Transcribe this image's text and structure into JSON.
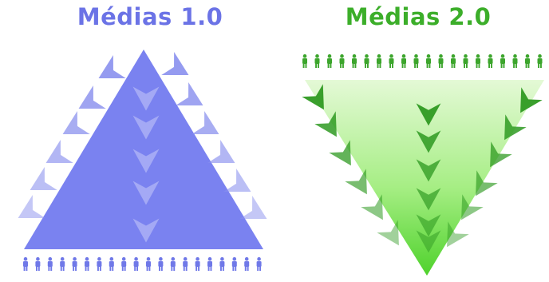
{
  "panels": [
    {
      "title": "Médias 1.0",
      "color": "#6b73e6",
      "shape": "upward-triangle",
      "people_position": "bottom",
      "icon": "person-icon"
    },
    {
      "title": "Médias 2.0",
      "color": "#3cae2a",
      "shape": "downward-triangle",
      "people_position": "top",
      "icon": "person-icon"
    }
  ],
  "colors": {
    "triangle_1": "#7a82f0",
    "triangle_1_light": "#b8bdf8",
    "arrow_1": "#8a90ee",
    "triangle_2": "#5fd93f",
    "triangle_2_light": "#d8f7c8",
    "arrow_2": "#2f9a22",
    "people_1": "#6f78e8",
    "people_2": "#3ca52c"
  }
}
